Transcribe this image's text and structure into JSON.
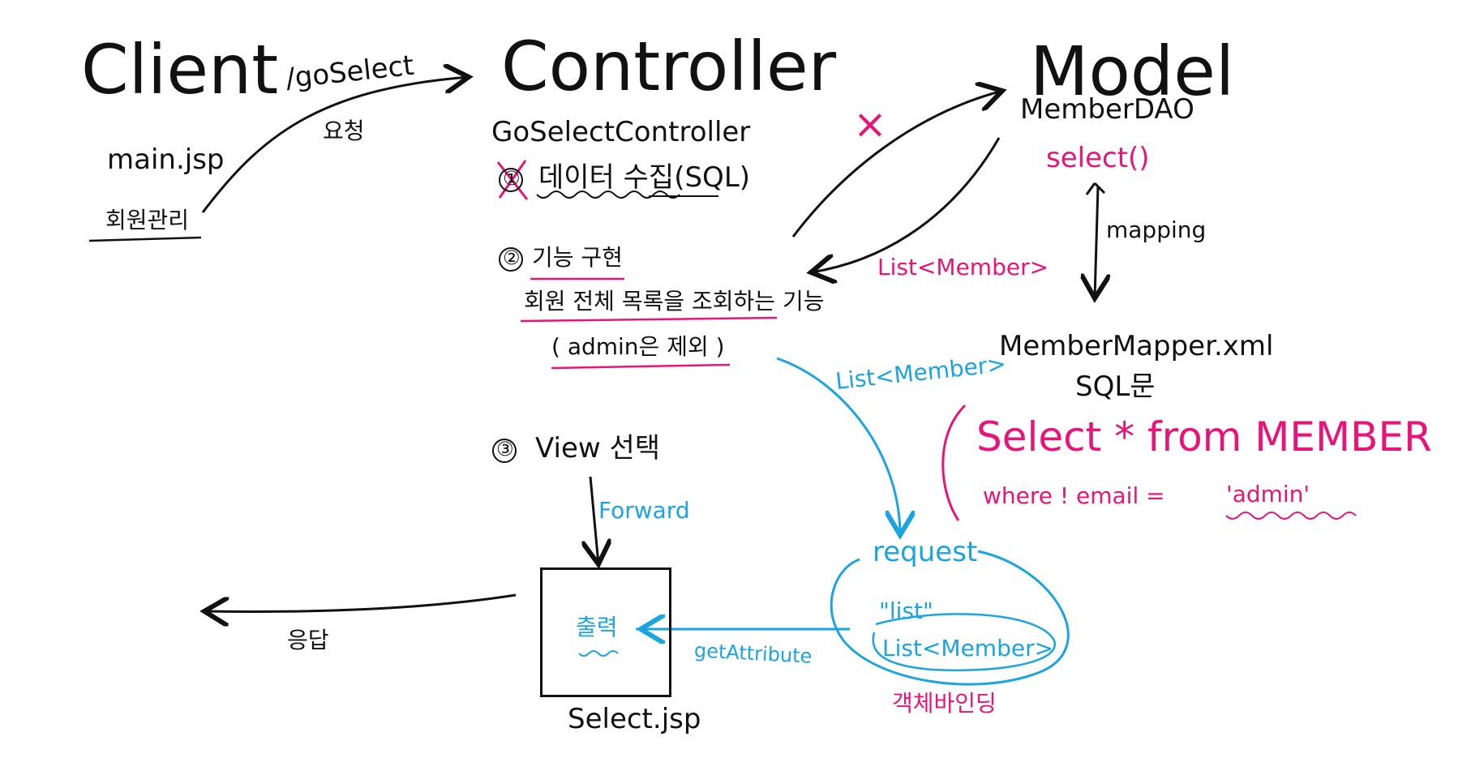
{
  "client": {
    "heading": "Client",
    "page": "main.jsp",
    "menu": "회원관리"
  },
  "request_arrow": {
    "path": "/goSelect",
    "label": "요청"
  },
  "controller": {
    "heading": "Controller",
    "name": "GoSelectController",
    "step1": "데이터 수집(SQL)",
    "step1_marker": "①",
    "step2_marker": "②",
    "step2_title": "기능 구현",
    "step2_desc": "회원 전체 목록을 조회하는 기능",
    "step2_note": "( admin은 제외 )",
    "step3_marker": "③",
    "step3_title": "View 선택",
    "forward": "Forward"
  },
  "model": {
    "heading": "Model",
    "dao": "MemberDAO",
    "method": "select()",
    "mapping": "mapping",
    "mapper_file": "MemberMapper.xml",
    "sql_label": "SQL문",
    "sql_line1": "Select  *  from  MEMBER",
    "sql_line2_prefix": "where ! email  =",
    "sql_line2_value": "'admin'"
  },
  "flow_labels": {
    "x_mark": "×",
    "dao_return": "List<Member>",
    "to_request": "List<Member>",
    "response": "응답",
    "get_attribute": "getAttribute"
  },
  "request_scope": {
    "title": "request",
    "key": "\"list\"",
    "value": "List<Member>",
    "binding": "객체바인딩"
  },
  "view": {
    "content": "출력",
    "file": "Select.jsp"
  },
  "colors": {
    "ink": "#111111",
    "pink": "#e8147a",
    "blue": "#1aa4e0"
  }
}
